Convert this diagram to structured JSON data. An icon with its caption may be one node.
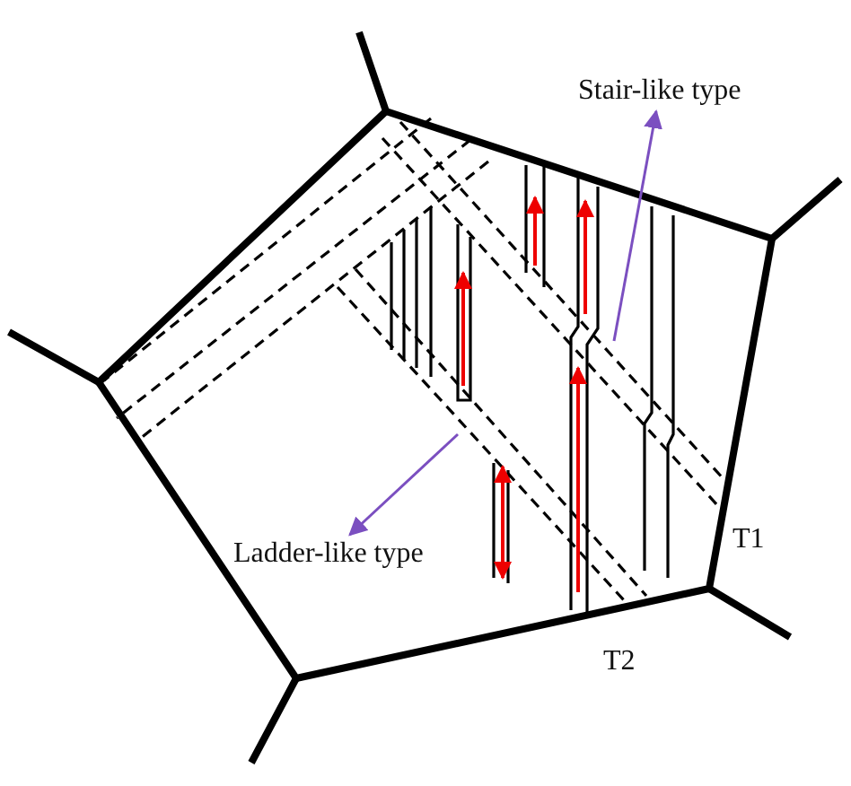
{
  "diagram": {
    "nodes": [
      {
        "text": [
          "Stair-like type"
        ]
      },
      {
        "text": [
          "Ladder-like type"
        ]
      }
    ],
    "edges": [
      {
        "from": null,
        "to": 0,
        "arrow": "to"
      },
      {
        "from": null,
        "to": 1,
        "arrow": "to"
      }
    ],
    "labels": [
      "T1",
      "T2"
    ]
  }
}
